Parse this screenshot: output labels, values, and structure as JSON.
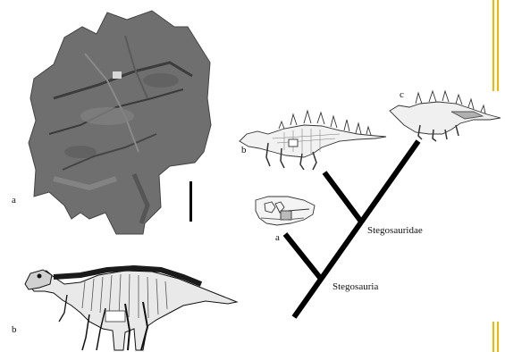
{
  "figure": {
    "label_a_left": "a",
    "label_b_left": "b",
    "label_b_right": "b",
    "label_c_right": "c",
    "label_a_right": "a",
    "clade_stegosauridae": "Stegosauridae",
    "clade_stegosauria": "Stegosauria"
  },
  "colors": {
    "fossil_slab": "#6f6f6f",
    "tree_branch": "#000000",
    "accent_bar": "#f2b705"
  },
  "icons": {
    "fossil": "fossil-slab-photo",
    "dinosaur_left": "ornithopod-skeleton-reconstruction",
    "stegosaur_b": "stegosaur-skeleton",
    "stegosaur_c": "stegosaur-skeleton",
    "skull": "skull-drawing"
  }
}
